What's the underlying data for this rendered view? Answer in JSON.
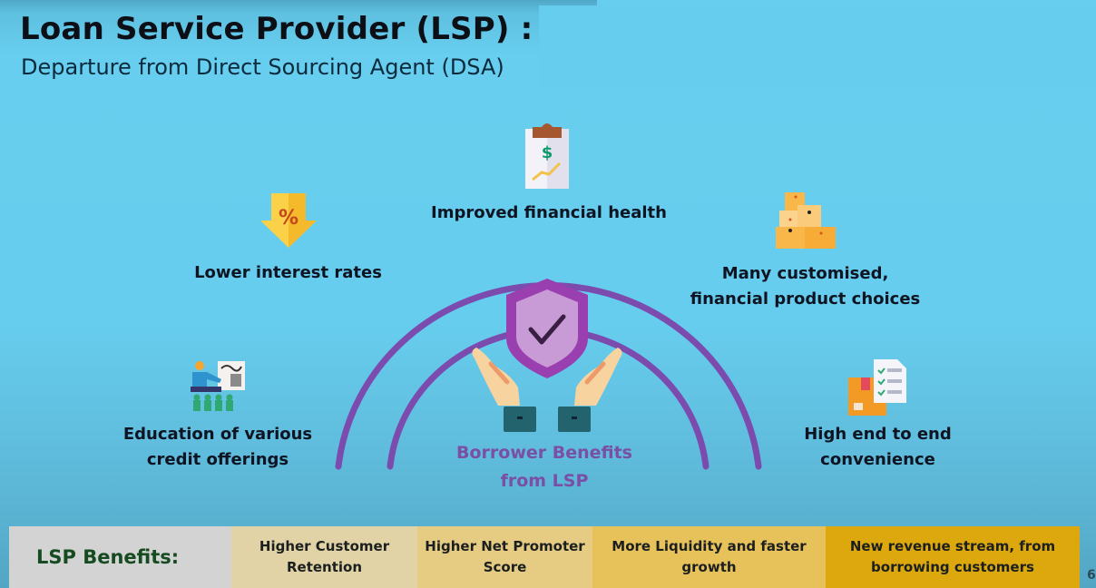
{
  "header": {
    "title": "Loan Service Provider (LSP) :",
    "subtitle": "Departure from Direct Sourcing Agent (DSA)"
  },
  "center": {
    "label_line1": "Borrower Benefits",
    "label_line2": "from LSP",
    "icon": "shield-check-hands-icon"
  },
  "borrower_benefits": [
    {
      "icon": "clipboard-dollar-icon",
      "line1": "Improved financial health",
      "line2": ""
    },
    {
      "icon": "percent-down-arrow-icon",
      "line1": "Lower interest rates",
      "line2": ""
    },
    {
      "icon": "stacked-boxes-icon",
      "line1": "Many customised,",
      "line2": "financial product choices"
    },
    {
      "icon": "teacher-presentation-icon",
      "line1": "Education of various",
      "line2": "credit offerings"
    },
    {
      "icon": "package-checklist-icon",
      "line1": "High end to end",
      "line2": "convenience"
    }
  ],
  "lsp_bar": {
    "label": "LSP Benefits:",
    "items": [
      {
        "line1": "Higher Customer",
        "line2": "Retention",
        "color": "#E2D3A6"
      },
      {
        "line1": "Higher Net Promoter",
        "line2": "Score",
        "color": "#E6CC82"
      },
      {
        "line1": "More Liquidity and faster",
        "line2": "growth",
        "color": "#E7C25A"
      },
      {
        "line1": "New revenue stream, from",
        "line2": "borrowing customers",
        "color": "#DDA70E"
      }
    ],
    "label_color": "#D3D3D3"
  },
  "colors": {
    "background": "#67CDEE",
    "arc": "#7B4CAE",
    "shield_outer": "#9A3FAF",
    "shield_inner": "#C99BD6"
  },
  "page_number": "6"
}
